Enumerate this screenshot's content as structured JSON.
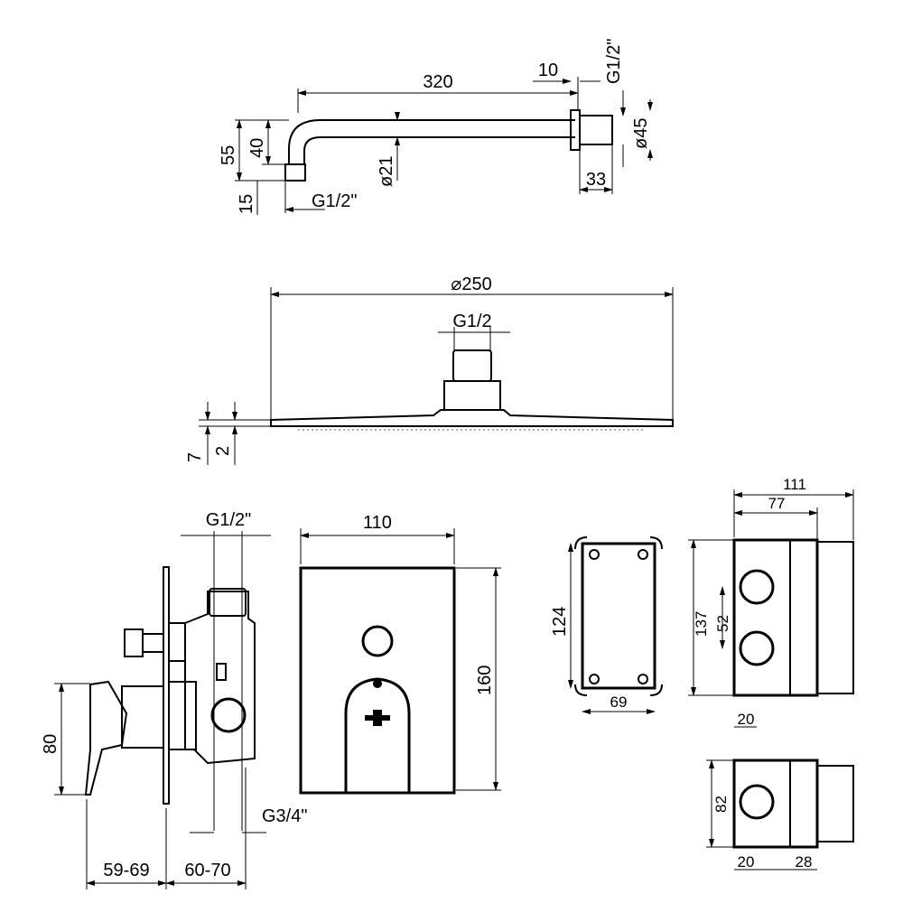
{
  "shower_arm": {
    "length": "320",
    "flange_thickness": "10",
    "wall_thread": "G1/2\"",
    "flange_diameter": "ø45",
    "flange_depth": "33",
    "drop_height": "55",
    "bend_height": "40",
    "outlet_length": "15",
    "outlet_thread": "G1/2\"",
    "tube_diameter": "ø21"
  },
  "shower_head": {
    "diameter": "⌀250",
    "connection": "G1/2",
    "total_thickness": "7",
    "plate_thickness": "2"
  },
  "mixer_side": {
    "inlet_thread": "G1/2\"",
    "height": "80",
    "outlet_thread": "G3/4\"",
    "depth_range_1": "59-69",
    "depth_range_2": "60-70"
  },
  "mixer_front": {
    "width": "110",
    "height": "160"
  },
  "mounting_box": {
    "height": "124",
    "width": "69"
  },
  "body_side": {
    "total_depth": "111",
    "body_depth": "77",
    "total_height": "137",
    "port_spacing": "52",
    "base_depth": "20"
  },
  "body_small": {
    "height": "82",
    "base_depth": "20",
    "cap_depth": "28"
  }
}
